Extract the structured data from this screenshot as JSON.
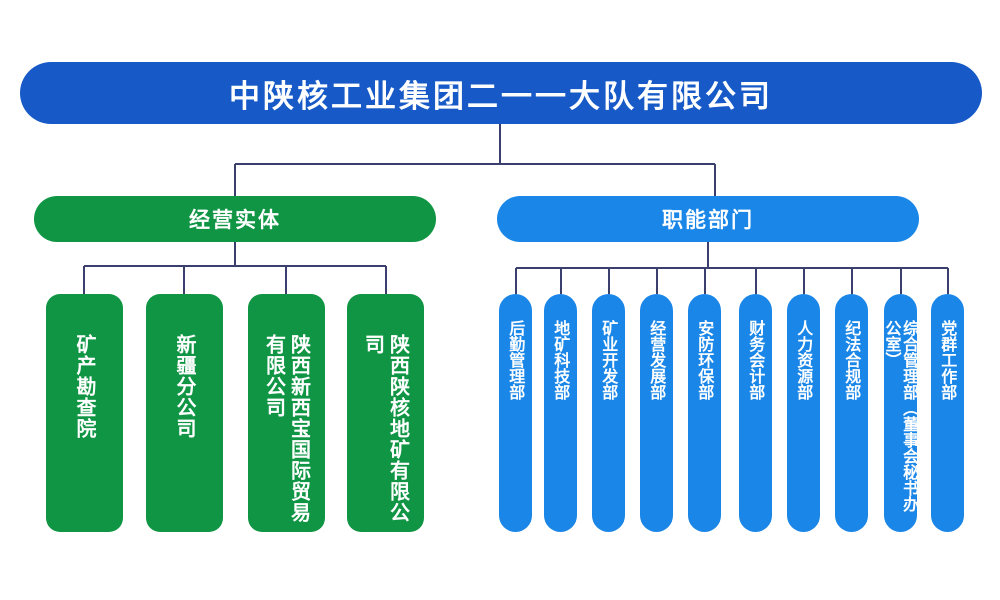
{
  "org_chart": {
    "root": "中陕核工业集团二一一大队有限公司",
    "branches": [
      {
        "label": "经营实体",
        "color": "#0f9544",
        "units": [
          "陕西陕核地矿有限公司",
          "陕西新西宝国际贸易有限公司",
          "新疆分公司",
          "矿产勘查院"
        ]
      },
      {
        "label": "职能部门",
        "color": "#1a86e8",
        "units": [
          "党群工作部",
          "综合管理部（董事会秘书办公室）",
          "纪法合规部",
          "人力资源部",
          "财务会计部",
          "安防环保部",
          "经营发展部",
          "矿业开发部",
          "地矿科技部",
          "后勤管理部"
        ]
      }
    ],
    "colors": {
      "root": "#1659c7",
      "connector": "#3a3f6e"
    }
  }
}
